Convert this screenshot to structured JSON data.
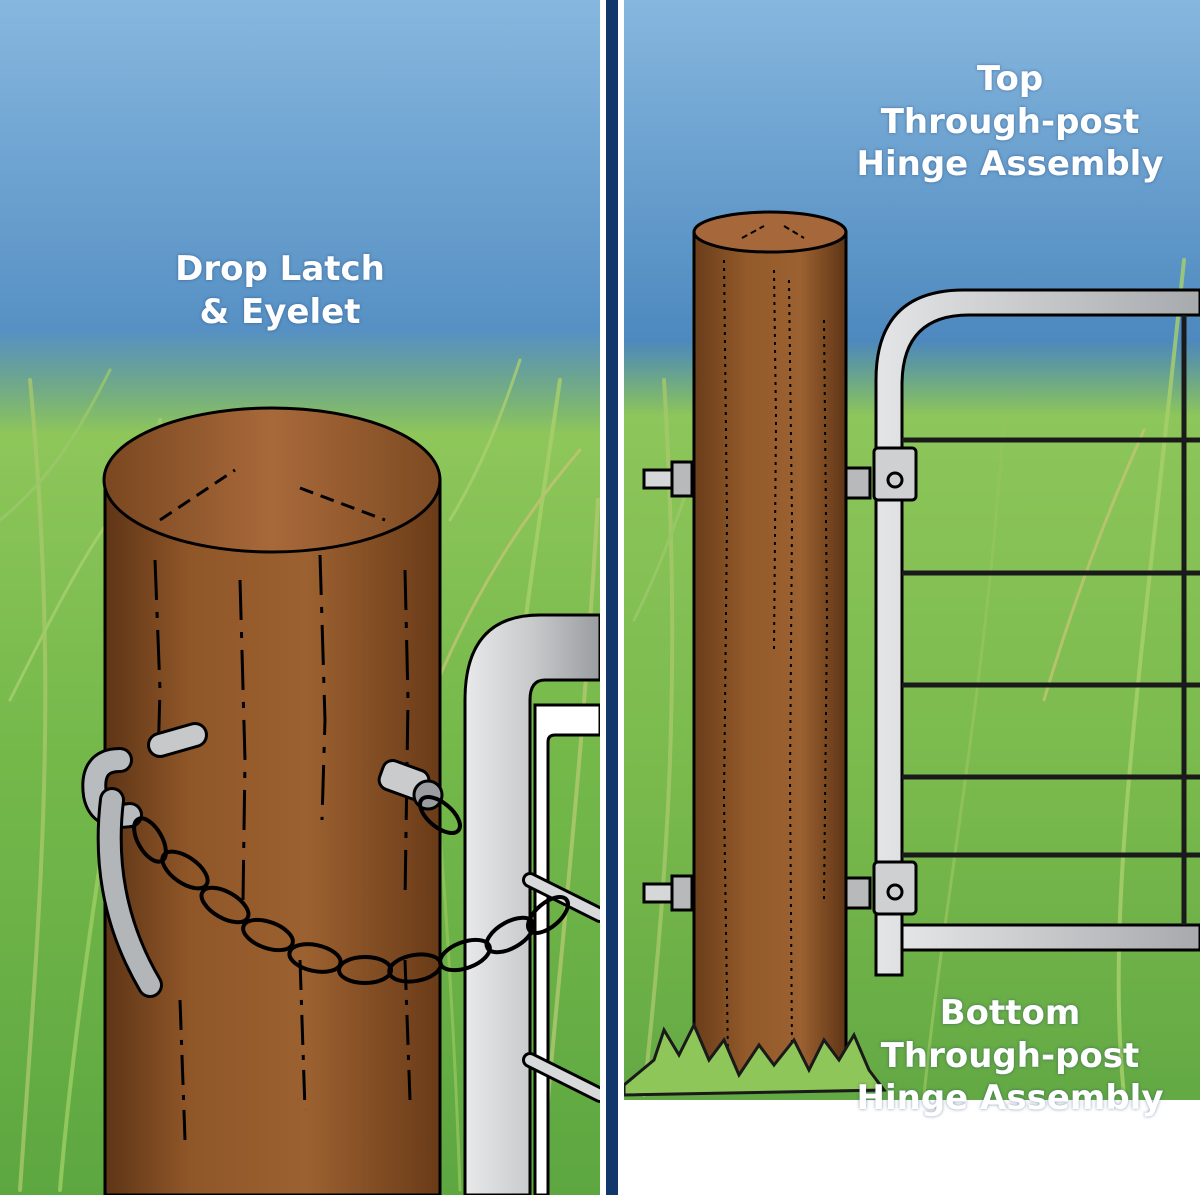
{
  "left_panel": {
    "label_lines": [
      "Drop Latch",
      "& Eyelet"
    ]
  },
  "right_panel": {
    "top_label_lines": [
      "Top",
      "Through-post",
      "Hinge Assembly"
    ],
    "bottom_label_lines": [
      "Bottom",
      "Through-post",
      "Hinge Assembly"
    ]
  },
  "colors": {
    "sky_top": "#7fb2dc",
    "sky_mid": "#3f7fb8",
    "grass": "#7cc24a",
    "grass_dark": "#4f9a3a",
    "post_wood": "#8e5425",
    "post_dark": "#5a3415",
    "steel": "#c9cbcd",
    "steel_dark": "#7c7f82",
    "divider": "#12386b"
  }
}
